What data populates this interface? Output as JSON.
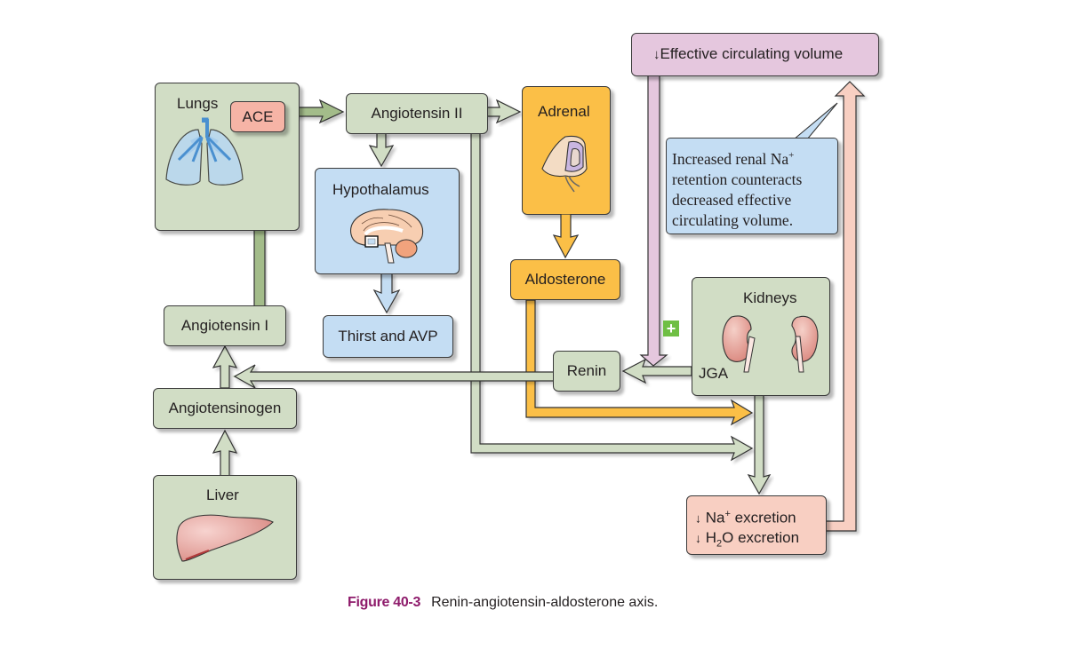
{
  "colors": {
    "green_box": "#d1ddc5",
    "blue_box": "#c4ddf3",
    "orange_box": "#fbbf47",
    "pink_box": "#f8cfc2",
    "purple_box": "#e5c7de",
    "ace_box": "#f6b4a6",
    "plus_badge": "#6fbf44",
    "caption_accent": "#8e1b6b"
  },
  "nodes": {
    "lungs": "Lungs",
    "ace": "ACE",
    "angiotensin_ii": "Angiotensin II",
    "adrenal": "Adrenal",
    "hypothalamus": "Hypothalamus",
    "thirst_avp": "Thirst and AVP",
    "aldosterone": "Aldosterone",
    "angiotensin_i": "Angiotensin I",
    "angiotensinogen": "Angiotensinogen",
    "liver": "Liver",
    "renin": "Renin",
    "kidneys": "Kidneys",
    "jga": "JGA",
    "effective_volume": "Effective circulating volume",
    "na_excretion": "Na",
    "na_excretion_sup": "+",
    "na_excretion_rest": " excretion",
    "h2o_excretion_h": "H",
    "h2o_excretion_sub": "2",
    "h2o_excretion_rest": "O excretion"
  },
  "annotation": {
    "line1": "Increased renal Na",
    "line1_sup": "+",
    "line2": "retention counteracts",
    "line3": "decreased effective",
    "line4": "circulating volume."
  },
  "symbols": {
    "down_arrow": "↓",
    "plus": "+"
  },
  "caption": {
    "figure_label": "Figure 40-3",
    "text": "Renin-angiotensin-aldosterone axis."
  }
}
